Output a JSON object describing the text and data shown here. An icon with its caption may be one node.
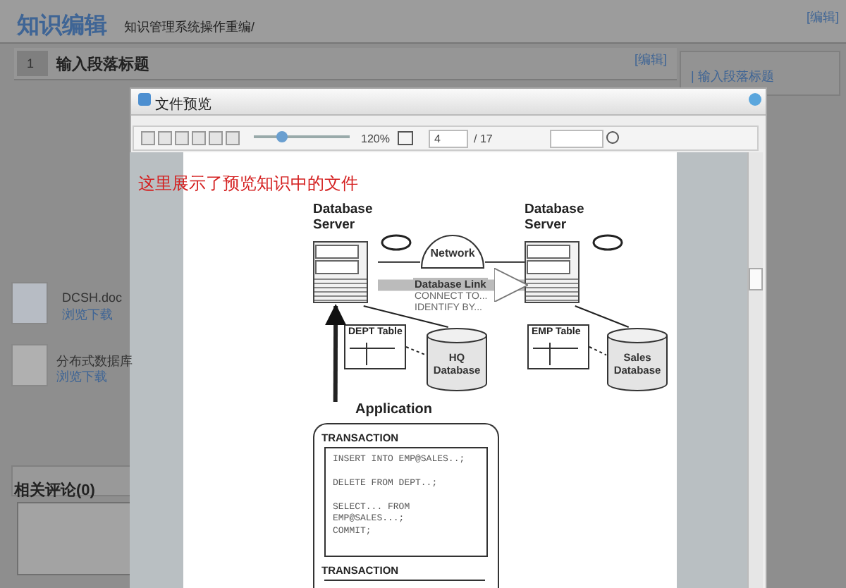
{
  "diagram": {
    "nodes": [
      {
        "text": [
          "Database Server"
        ]
      },
      {
        "text": [],
        "shape": "ellipse"
      },
      {
        "text": [
          "Database Server"
        ]
      },
      {
        "text": [],
        "shape": "ellipse"
      },
      {
        "text": [
          "Network"
        ]
      },
      {
        "text": [
          "DEPT Table"
        ]
      },
      {
        "text": [
          "HQ Database"
        ]
      },
      {
        "text": [
          "EMP Table"
        ]
      },
      {
        "text": [
          "Sales Database"
        ]
      },
      {
        "text": [
          "Application"
        ]
      },
      {
        "text": [
          "TRANSACTION",
          "INSERT INTO EMP@SALES..;",
          "DELETE FROM DEPT..;",
          "SELECT... FROM EMP@SALES...;",
          "COMMIT;"
        ],
        "in": 9
      },
      {
        "text": [
          "TRANSACTION"
        ],
        "in": 9
      }
    ],
    "edges": [
      {
        "from": 0,
        "to": 4,
        "arrow": "none"
      },
      {
        "from": 4,
        "to": 2,
        "arrow": "none"
      },
      {
        "from": 0,
        "to": 2,
        "arrow": "to",
        "label": "Database Link",
        "style": "thick",
        "color": "#bbbbbb"
      },
      {
        "from": 0,
        "to": 6,
        "arrow": "none"
      },
      {
        "from": 5,
        "to": 6,
        "arrow": "none",
        "style": "dashed"
      },
      {
        "from": 2,
        "to": 8,
        "arrow": "none"
      },
      {
        "from": 7,
        "to": 8,
        "arrow": "none",
        "style": "dashed"
      },
      {
        "from": 9,
        "to": 0,
        "arrow": "to",
        "style": "thick"
      }
    ],
    "labels": [
      "知识编辑",
      "知识管理系统操作重编/",
      "[编辑]",
      "1",
      "输入段落标题",
      "[编辑]",
      "| 输入段落标题",
      "文件预览",
      "120%",
      "4",
      "/ 17",
      "这里展示了预览知识中的文件",
      "CONNECT TO... IDENTIFY BY...",
      "DCSH.doc",
      "浏览",
      "下载",
      "分布式数据库",
      "浏览",
      "下载",
      "相关评论(0)"
    ]
  }
}
